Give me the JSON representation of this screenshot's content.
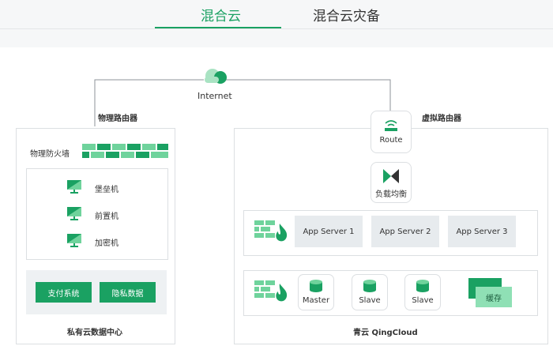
{
  "tabs": [
    {
      "label": "混合云",
      "active": true
    },
    {
      "label": "混合云灾备",
      "active": false
    }
  ],
  "diagram": {
    "internet_label": "Internet",
    "physical_router_label": "物理路由器",
    "virtual_router_label": "虚拟路由器",
    "private_dc": {
      "firewall_label": "物理防火墙",
      "devices": [
        "堡垒机",
        "前置机",
        "加密机"
      ],
      "buttons": [
        "支付系统",
        "隐私数据"
      ],
      "caption": "私有云数据中心"
    },
    "qingcloud": {
      "route_label": "Route",
      "load_balancer_label": "负载均衡",
      "app_servers": [
        "App Server 1",
        "App Server 2",
        "App Server 3"
      ],
      "databases": [
        "Master",
        "Slave",
        "Slave"
      ],
      "cache_label": "缓存",
      "caption": "青云 QingCloud"
    }
  },
  "colors": {
    "accent": "#1aa162",
    "accent_light": "#6fd39c",
    "server_bg": "#e7ebee"
  }
}
